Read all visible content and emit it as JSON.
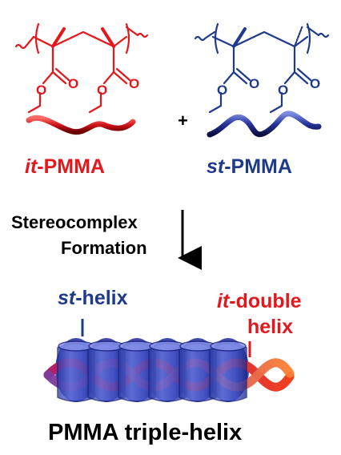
{
  "left_polymer": {
    "prefix": "it",
    "suffix": "-PMMA",
    "color": "#e3171c"
  },
  "right_polymer": {
    "prefix": "st",
    "suffix": "-PMMA",
    "color": "#1f3a8a"
  },
  "plus_sign": "+",
  "process": {
    "line1": "Stereocomplex",
    "line2": "Formation"
  },
  "st_helix": {
    "prefix": "st",
    "suffix": "-helix"
  },
  "it_double_helix": {
    "prefix": "it",
    "suffix": "-double",
    "line2": "helix"
  },
  "final_title": "PMMA triple-helix",
  "structure_atoms": {
    "carbonyl_oxygen": "O",
    "ester_oxygen": "O"
  }
}
